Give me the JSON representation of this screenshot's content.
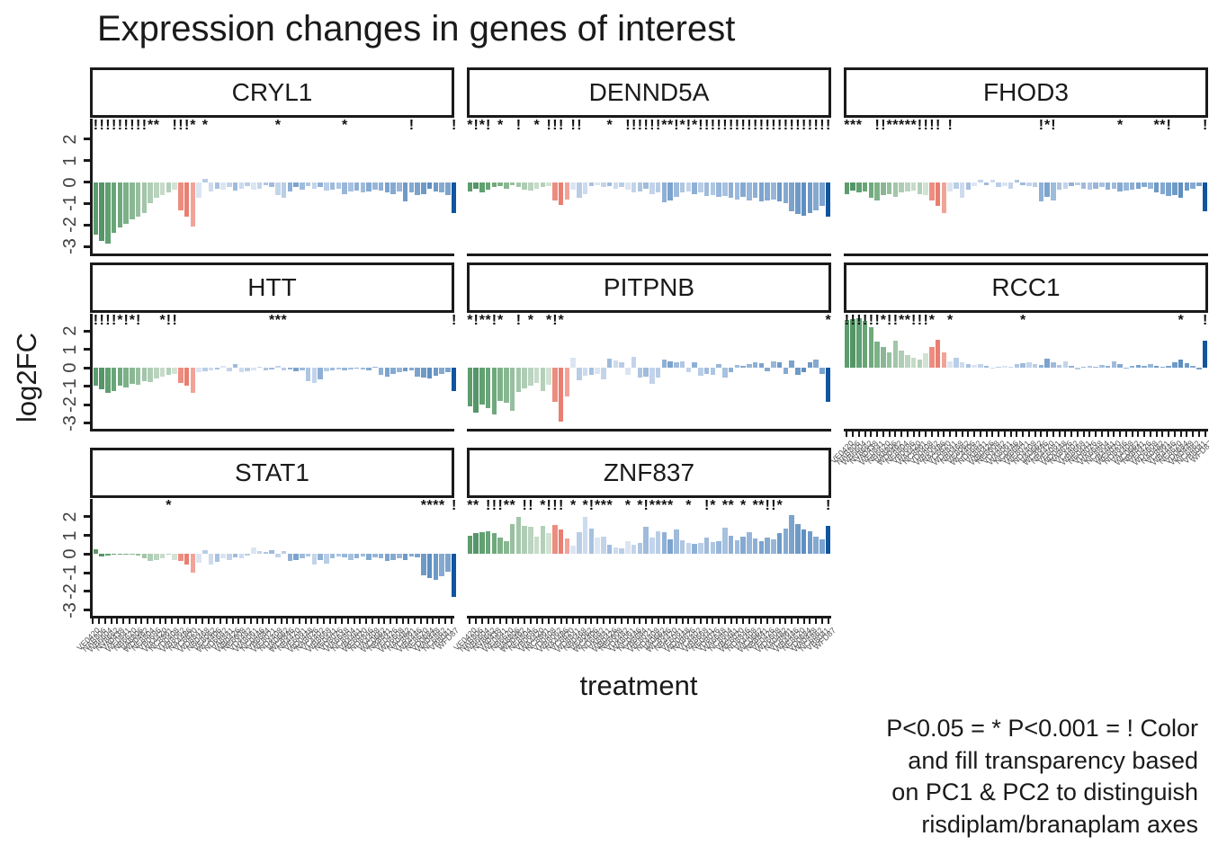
{
  "title": "Expression changes in genes of interest",
  "axes": {
    "x_label": "treatment",
    "y_label": "log2FC",
    "y_ticks": [
      2,
      1,
      0,
      -1,
      -2,
      -3
    ]
  },
  "caption": "P<0.05 = * P<0.001 = ! Color\nand fill transparency based\non PC1 & PC2 to distinguish\nrisdiplam/branaplam axes",
  "sig_legend": {
    "star": "P<0.05",
    "bang": "P<0.001"
  },
  "colors": {
    "green_dark": "#5d9c6d",
    "green_light": "#d2e2d4",
    "salmon": "#ec8d80",
    "blue_light": "#dbe5f2",
    "blue_mid": "#7ba3cd",
    "blue_dark": "#10559f",
    "axis": "#1a1a1a",
    "tick_text": "#404040"
  },
  "chart_data": {
    "type": "bar",
    "ylim": [
      -3.45,
      2.95
    ],
    "x": [
      "VE0420",
      "NAB806",
      "WB6604",
      "NV8662",
      "VA0438",
      "WE0841",
      "NB6620",
      "VA8806",
      "WD0462",
      "NE8804",
      "VB0686",
      "WA4420",
      "NC8861",
      "VD0408",
      "WB8062",
      "NA4486",
      "VC6620",
      "WD8841",
      "NB0468",
      "VE8062",
      "WC4406",
      "ND6682",
      "VA8841",
      "WB0426",
      "NE6608",
      "VD4482",
      "WA8061",
      "NC0446",
      "VB6684",
      "WE8021",
      "ND4408",
      "VA0662",
      "WC8846",
      "NB4420",
      "VE6081",
      "WD0448",
      "NA8626",
      "VC4402",
      "WB8668",
      "NE0441",
      "VD8026",
      "WA6648",
      "NC8804",
      "VB4461",
      "WE6020",
      "ND8846",
      "VA4408",
      "WC0662",
      "NB8841",
      "VE0426",
      "WD6608",
      "NA0482",
      "VC8861",
      "WB4446",
      "NE8620",
      "VD0684",
      "WA0448",
      "NC6862",
      "VB8041",
      "WFD87"
    ],
    "bar_colors": [
      "#5d9c6d",
      "#549668",
      "#60a071",
      "#68a577",
      "#6fa97c",
      "#7db188",
      "#8ab793",
      "#97bf9f",
      "#a2c6a9",
      "#aecdb4",
      "#bad4bf",
      "#c6dbc9",
      "#b3d0b8",
      "#d2e2d4",
      "#ec8d80",
      "#e97f71",
      "#f2a398",
      "#dbe5f2",
      "#b9cde6",
      "#cddbee",
      "#a7c1df",
      "#dbe5f2",
      "#c3d4ea",
      "#9fbbdc",
      "#cddbee",
      "#b9cde6",
      "#dbe5f2",
      "#c3d4ea",
      "#aec6e2",
      "#9fbbdc",
      "#c3d4ea",
      "#b9cde6",
      "#8fb0d6",
      "#7ba3cd",
      "#9fbbdc",
      "#aec6e2",
      "#c3d4ea",
      "#8fb0d6",
      "#b9cde6",
      "#9fbbdc",
      "#aec6e2",
      "#97b6d9",
      "#a7c1df",
      "#8fb0d6",
      "#9fbbdc",
      "#85aad1",
      "#97b6d9",
      "#8fb0d6",
      "#7ba3cd",
      "#85aad1",
      "#97b6d9",
      "#6f9ac7",
      "#85aad1",
      "#7ba3cd",
      "#6f9ac7",
      "#5f8fc1",
      "#6f9ac7",
      "#85aad1",
      "#7ba3cd",
      "#10559f"
    ],
    "facets": [
      {
        "gene": "CRYL1",
        "values": [
          -2.45,
          -2.75,
          -2.85,
          -2.35,
          -2.1,
          -1.95,
          -1.75,
          -1.6,
          -1.45,
          -1.0,
          -0.75,
          -0.6,
          -0.5,
          -0.35,
          -1.3,
          -1.6,
          -2.05,
          -0.75,
          0.15,
          -0.45,
          -0.3,
          -0.35,
          -0.25,
          -0.4,
          -0.3,
          -0.2,
          -0.35,
          -0.3,
          -0.15,
          -0.25,
          -0.6,
          -0.75,
          -0.45,
          -0.25,
          -0.35,
          -0.2,
          -0.3,
          -0.25,
          -0.4,
          -0.35,
          -0.3,
          -0.55,
          -0.45,
          -0.4,
          -0.5,
          -0.45,
          -0.35,
          -0.4,
          -0.5,
          -0.55,
          -0.45,
          -0.9,
          -0.5,
          -0.6,
          -0.55,
          -0.3,
          -0.45,
          -0.5,
          -0.6,
          -1.45
        ],
        "sig": "!!!!!!!!!**..!!!*.*...........*..........*..........!......!"
      },
      {
        "gene": "DENND5A",
        "values": [
          -0.45,
          -0.3,
          -0.5,
          -0.35,
          -0.25,
          -0.2,
          -0.3,
          -0.15,
          -0.25,
          -0.35,
          -0.4,
          -0.3,
          -0.25,
          -0.2,
          -0.85,
          -1.05,
          -0.8,
          -0.35,
          -0.75,
          -0.55,
          -0.2,
          -0.15,
          -0.25,
          -0.2,
          -0.3,
          -0.25,
          -0.35,
          -0.5,
          -0.45,
          -0.3,
          -0.55,
          -0.5,
          -0.95,
          -0.85,
          -0.7,
          -0.5,
          -0.45,
          -0.55,
          -0.5,
          -0.65,
          -0.6,
          -0.7,
          -0.65,
          -0.75,
          -0.8,
          -0.7,
          -0.85,
          -0.75,
          -0.9,
          -0.85,
          -0.8,
          -0.9,
          -1.0,
          -1.35,
          -1.5,
          -1.55,
          -1.45,
          -1.3,
          -1.1,
          -1.6
        ],
        "sig": "*!*!.*..!..*.!!!.!!....*..!!!!!!**!*!*!!!!!!!!!!!!!!!!!!!!!!"
      },
      {
        "gene": "FHOD3",
        "values": [
          -0.55,
          -0.4,
          -0.5,
          -0.45,
          -0.75,
          -0.85,
          -0.6,
          -0.55,
          -0.7,
          -0.5,
          -0.45,
          -0.4,
          -0.55,
          -0.6,
          -0.85,
          -1.1,
          -1.45,
          -0.45,
          -0.3,
          -0.75,
          -0.35,
          -0.2,
          0.1,
          -0.15,
          0.1,
          -0.25,
          -0.2,
          -0.3,
          0.1,
          -0.15,
          -0.2,
          -0.25,
          -0.9,
          -0.7,
          -0.85,
          -0.35,
          -0.3,
          -0.2,
          -0.15,
          -0.3,
          -0.35,
          -0.3,
          -0.25,
          -0.35,
          -0.3,
          -0.45,
          -0.4,
          -0.35,
          -0.3,
          -0.25,
          -0.3,
          -0.5,
          -0.55,
          -0.65,
          -0.6,
          -0.75,
          -0.4,
          -0.3,
          -0.2,
          -1.35
        ],
        "sig": "***..!!*****!!!!.!..............!*!..........*.....**!.....!"
      },
      {
        "gene": "HTT",
        "values": [
          -0.95,
          -1.15,
          -1.35,
          -1.25,
          -0.95,
          -1.05,
          -0.85,
          -0.9,
          -0.7,
          -0.75,
          -0.55,
          -0.45,
          -0.35,
          -0.3,
          -0.8,
          -0.95,
          -1.35,
          -0.25,
          -0.2,
          -0.15,
          -0.1,
          0.1,
          -0.2,
          0.2,
          -0.25,
          -0.2,
          -0.15,
          0.05,
          -0.15,
          -0.1,
          0.1,
          -0.15,
          -0.1,
          -0.2,
          -0.15,
          -0.7,
          -0.8,
          -0.6,
          -0.2,
          -0.15,
          -0.1,
          -0.15,
          -0.1,
          -0.05,
          -0.1,
          -0.15,
          0.05,
          -0.35,
          -0.45,
          -0.3,
          -0.25,
          -0.2,
          -0.15,
          -0.45,
          -0.5,
          -0.55,
          -0.4,
          -0.3,
          -0.25,
          -1.25
        ],
        "sig": "!!!!*!*!...*!!...............***...........................!"
      },
      {
        "gene": "PITPNB",
        "values": [
          -2.1,
          -2.4,
          -2.0,
          -2.2,
          -2.5,
          -1.8,
          -1.9,
          -2.35,
          -1.3,
          -1.1,
          -0.95,
          -0.8,
          -1.25,
          -0.9,
          -1.85,
          -2.9,
          -1.55,
          0.55,
          -0.65,
          -0.4,
          -0.35,
          -0.3,
          -0.6,
          0.5,
          0.4,
          0.3,
          -0.35,
          0.6,
          -0.5,
          -0.45,
          -0.85,
          -0.5,
          0.45,
          0.35,
          0.3,
          0.35,
          -0.25,
          0.3,
          -0.4,
          -0.3,
          -0.35,
          0.2,
          -0.5,
          -0.25,
          0.15,
          0.1,
          0.2,
          0.3,
          0.25,
          -0.2,
          0.35,
          0.3,
          -0.3,
          0.4,
          -0.35,
          -0.25,
          0.3,
          0.45,
          -0.3,
          -1.85
        ],
        "sig": "*!**!*..!.*..*!*...........................................*"
      },
      {
        "gene": "RCC1",
        "values": [
          2.6,
          2.65,
          2.7,
          2.55,
          2.2,
          1.45,
          1.15,
          0.85,
          1.5,
          0.95,
          0.7,
          0.55,
          0.45,
          0.8,
          1.15,
          1.55,
          0.85,
          0.35,
          0.55,
          0.3,
          0.2,
          0.15,
          0.2,
          0.1,
          -0.05,
          0.05,
          0.1,
          0.05,
          0.2,
          0.25,
          0.3,
          0.2,
          0.15,
          0.5,
          0.3,
          0.15,
          0.35,
          0.1,
          -0.1,
          0.05,
          0.1,
          0.05,
          0.15,
          0.1,
          0.35,
          0.2,
          -0.05,
          0.1,
          0.15,
          0.1,
          0.2,
          0.1,
          0.05,
          0.1,
          0.3,
          0.45,
          0.25,
          0.1,
          -0.1,
          1.5
        ],
        "sig": "!!!!!!*!!**!!!*..*...........*.........................*...!"
      },
      {
        "gene": "STAT1",
        "values": [
          0.25,
          -0.15,
          -0.1,
          -0.05,
          -0.05,
          -0.02,
          -0.05,
          -0.1,
          -0.25,
          -0.35,
          -0.3,
          -0.25,
          -0.05,
          -0.3,
          -0.35,
          -0.55,
          -1.0,
          -0.45,
          0.2,
          -0.55,
          -0.4,
          -0.25,
          -0.3,
          -0.2,
          -0.25,
          -0.1,
          0.35,
          0.15,
          0.1,
          0.2,
          -0.2,
          0.15,
          -0.35,
          -0.3,
          -0.25,
          -0.15,
          -0.55,
          -0.3,
          -0.5,
          -0.25,
          -0.15,
          -0.2,
          -0.3,
          -0.25,
          -0.15,
          -0.3,
          -0.2,
          -0.25,
          -0.35,
          -0.3,
          -0.25,
          -0.3,
          -0.15,
          -0.2,
          -1.15,
          -1.3,
          -1.4,
          -1.2,
          -0.95,
          -2.3
        ],
        "sig": "............*.........................................****.!"
      },
      {
        "gene": "ZNF837",
        "values": [
          1.0,
          1.1,
          1.15,
          1.2,
          1.1,
          0.9,
          0.7,
          1.6,
          2.0,
          1.5,
          1.45,
          0.95,
          1.5,
          1.1,
          1.55,
          1.3,
          0.85,
          0.45,
          1.15,
          2.0,
          1.35,
          0.9,
          0.95,
          0.5,
          0.35,
          0.3,
          0.7,
          0.5,
          0.6,
          1.45,
          0.9,
          1.2,
          1.15,
          0.8,
          1.3,
          0.75,
          0.6,
          0.55,
          0.6,
          0.9,
          0.65,
          0.7,
          1.4,
          1.0,
          0.75,
          0.95,
          1.15,
          0.85,
          0.7,
          0.9,
          0.8,
          1.1,
          1.35,
          2.1,
          1.6,
          1.3,
          1.2,
          0.95,
          0.8,
          1.5
        ],
        "sig": "**.!!!**.!!.*!!!.*.*!***..*.*!****..*..!*.**.*.**!!*.......!"
      }
    ]
  }
}
